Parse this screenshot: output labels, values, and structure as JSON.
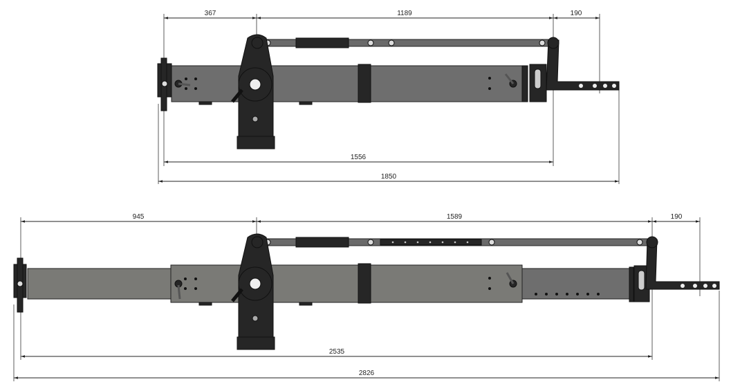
{
  "drawings": [
    {
      "configuration": "short",
      "dimensions": {
        "rear_to_pivot": "367",
        "pivot_to_head": "1189",
        "head_mount": "190",
        "arm_length": "1556",
        "overall_length": "1850"
      }
    },
    {
      "configuration": "extended",
      "dimensions": {
        "rear_to_pivot": "945",
        "pivot_to_head": "1589",
        "head_mount": "190",
        "arm_length": "2535",
        "overall_length": "2826"
      }
    }
  ],
  "colors": {
    "boom": "#6e6e6e",
    "hardware": "#262626",
    "dimension_line": "#222222"
  }
}
